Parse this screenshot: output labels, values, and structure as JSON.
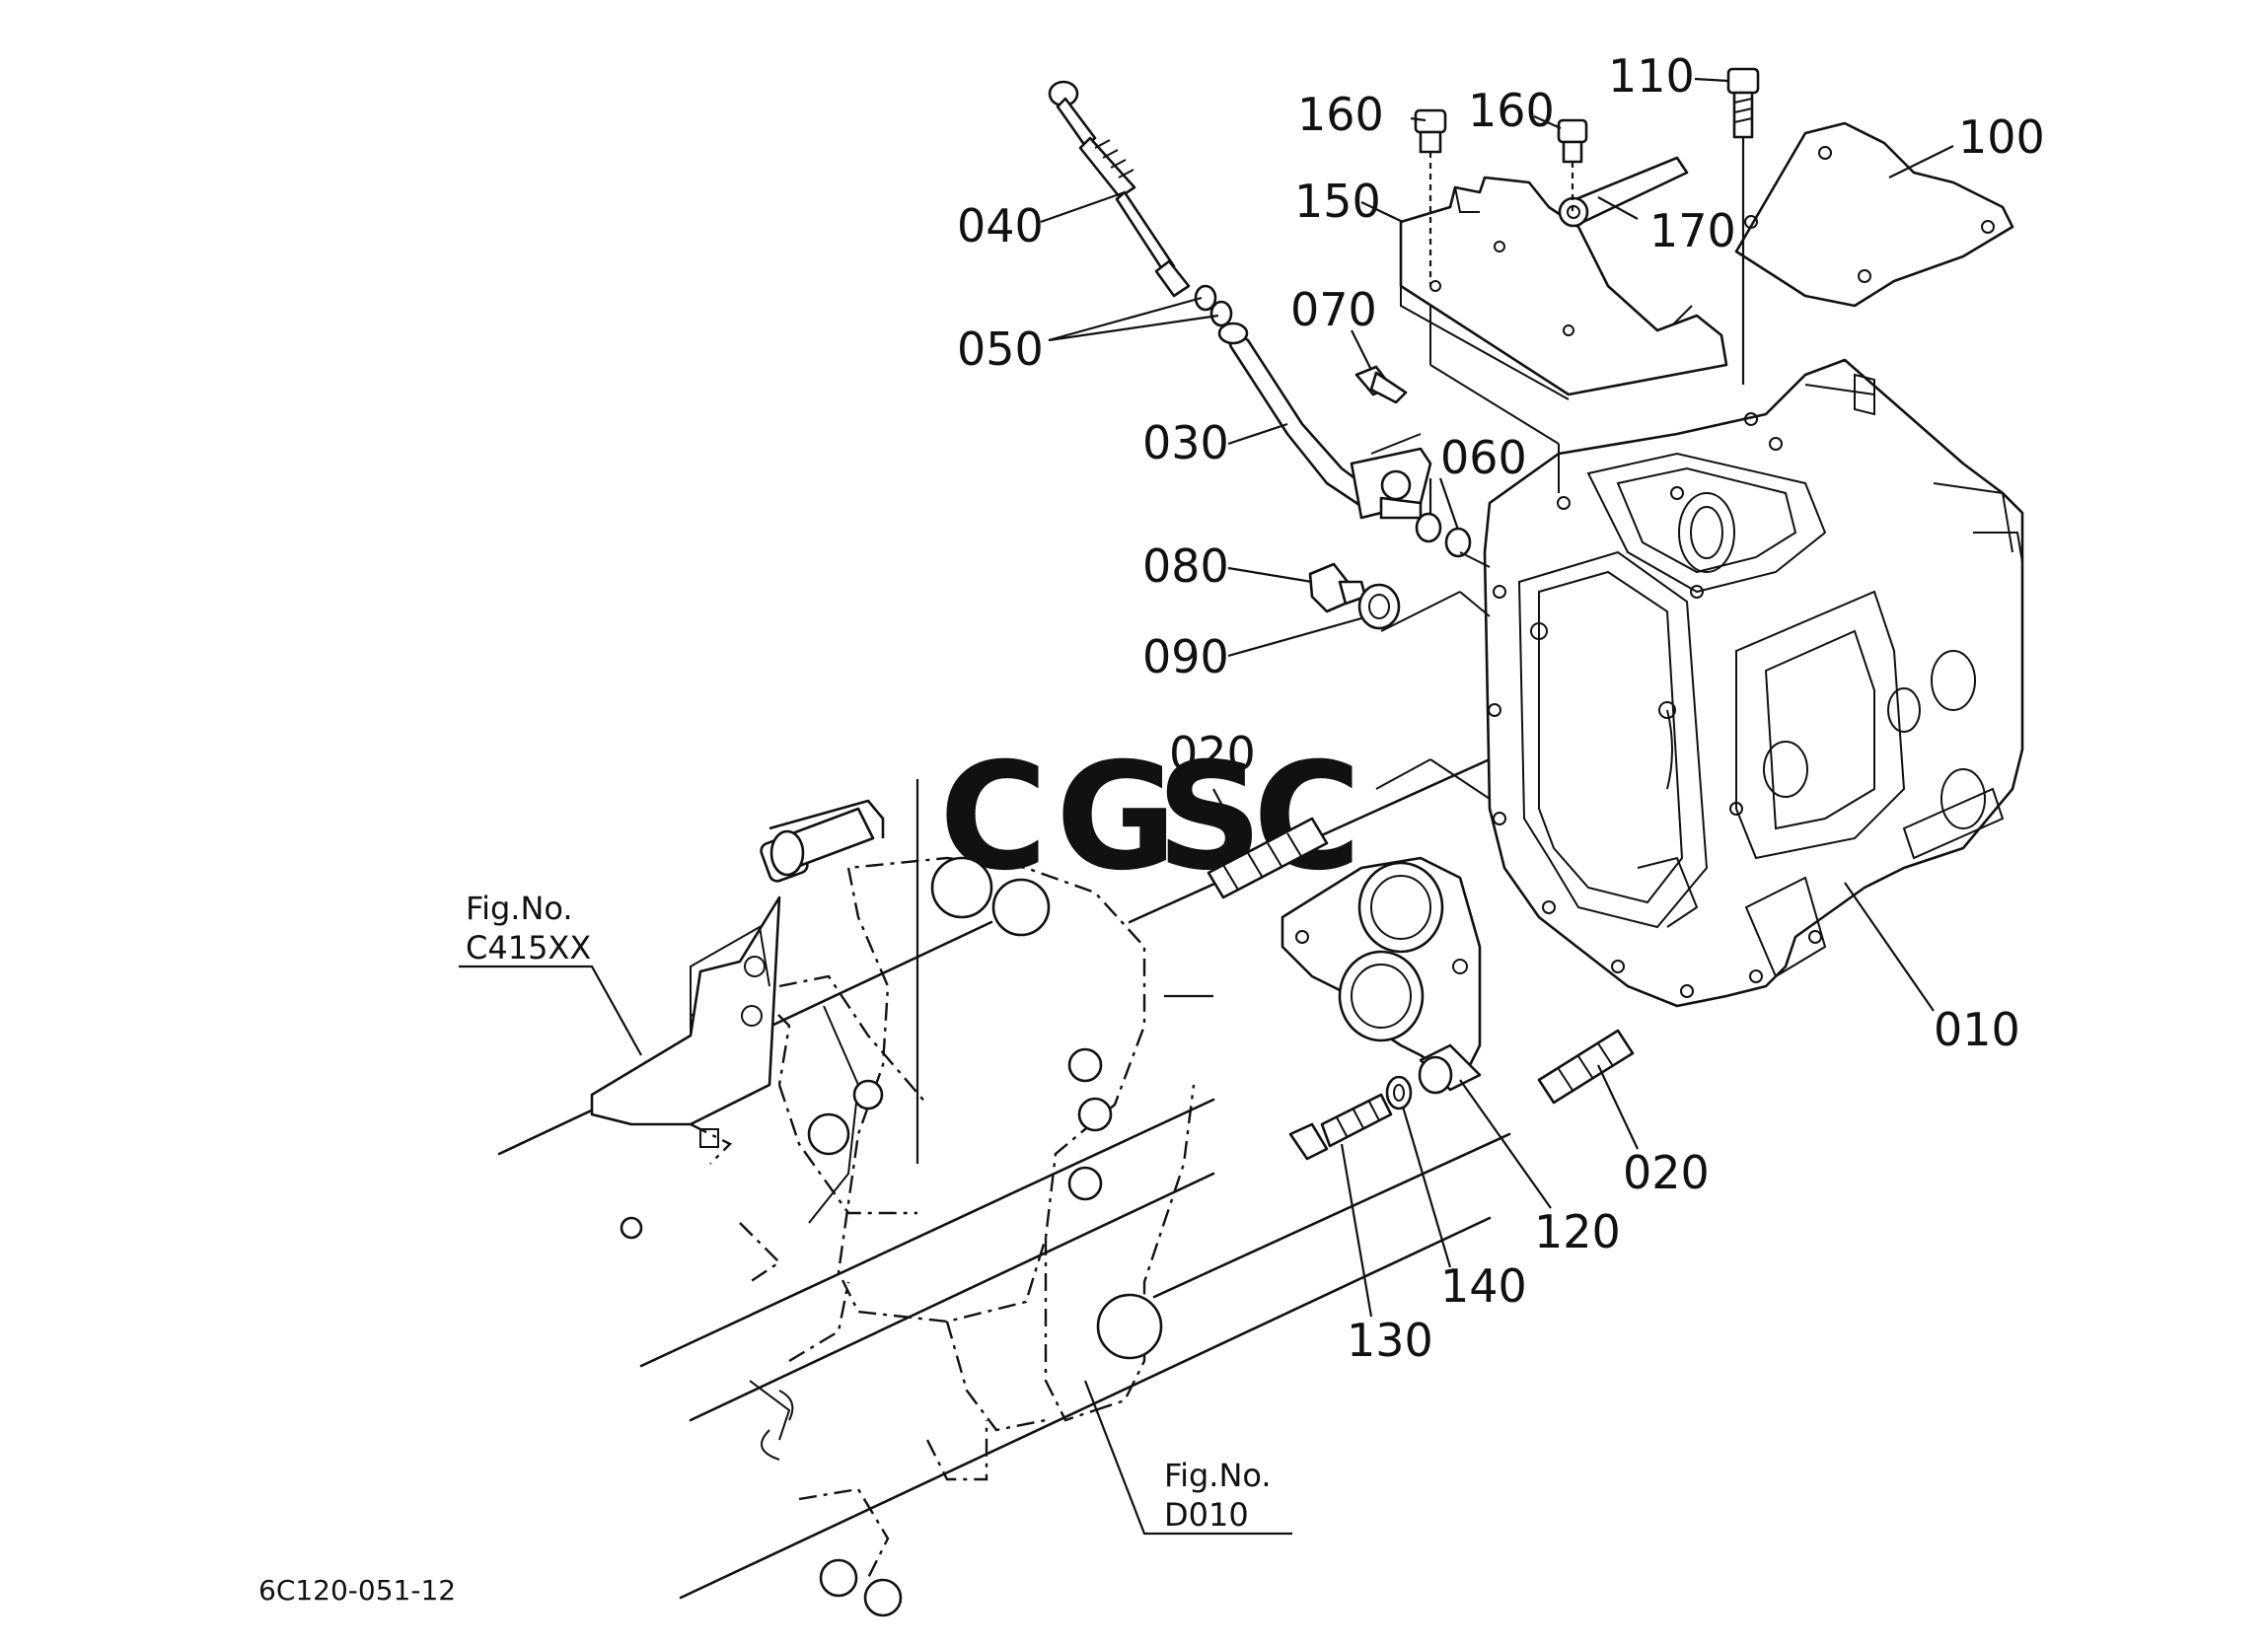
{
  "diagram": {
    "drawing_code": "6C120-051-12",
    "watermark": {
      "letters": [
        "C",
        "G",
        "S",
        "C"
      ],
      "colors": [
        "#4f8ff0",
        "#ef7f7a",
        "#f5cf55",
        "#4fae86"
      ]
    },
    "callouts": [
      {
        "id": "c010",
        "label": "010"
      },
      {
        "id": "c020a",
        "label": "020"
      },
      {
        "id": "c020b",
        "label": "020"
      },
      {
        "id": "c030",
        "label": "030"
      },
      {
        "id": "c040",
        "label": "040"
      },
      {
        "id": "c050",
        "label": "050"
      },
      {
        "id": "c060",
        "label": "060"
      },
      {
        "id": "c070",
        "label": "070"
      },
      {
        "id": "c080",
        "label": "080"
      },
      {
        "id": "c090",
        "label": "090"
      },
      {
        "id": "c100",
        "label": "100"
      },
      {
        "id": "c110",
        "label": "110"
      },
      {
        "id": "c120",
        "label": "120"
      },
      {
        "id": "c130",
        "label": "130"
      },
      {
        "id": "c140",
        "label": "140"
      },
      {
        "id": "c150",
        "label": "150"
      },
      {
        "id": "c160a",
        "label": "160"
      },
      {
        "id": "c160b",
        "label": "160"
      },
      {
        "id": "c170",
        "label": "170"
      }
    ],
    "figure_refs": [
      {
        "id": "left",
        "line1": "Fig.No.",
        "line2": "C415XX"
      },
      {
        "id": "bottom",
        "line1": "Fig.No.",
        "line2": "D010"
      }
    ]
  }
}
